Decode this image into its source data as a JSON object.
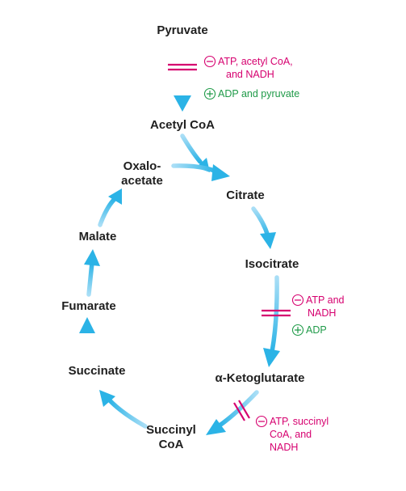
{
  "colors": {
    "arrow": "#2bb3e6",
    "arrow_light": "#a9def6",
    "inhibitor": "#d6006f",
    "activator": "#1f9a48",
    "text": "#1f1f1f"
  },
  "nodes": {
    "pyruvate": "Pyruvate",
    "acetyl_coa": "Acetyl CoA",
    "oxaloacetate_line1": "Oxalo-",
    "oxaloacetate_line2": "acetate",
    "citrate": "Citrate",
    "isocitrate": "Isocitrate",
    "alpha_ketoglutarate": "α-Ketoglutarate",
    "succinyl_coa_line1": "Succinyl",
    "succinyl_coa_line2": "CoA",
    "succinate": "Succinate",
    "fumarate": "Fumarate",
    "malate": "Malate"
  },
  "regulation": {
    "pyruvate_dehydrogenase": {
      "inhibitors_line1": "ATP, acetyl CoA,",
      "inhibitors_line2": "and NADH",
      "activators": "ADP and pyruvate"
    },
    "isocitrate_dehydrogenase": {
      "inhibitors_line1": "ATP and",
      "inhibitors_line2": "NADH",
      "activators": "ADP"
    },
    "alpha_ketoglutarate_dehydrogenase": {
      "inhibitors_line1": "ATP, succinyl",
      "inhibitors_line2": "CoA, and",
      "inhibitors_line3": "NADH"
    }
  },
  "symbols": {
    "inhibition": "minus-circle-icon",
    "activation": "plus-circle-icon",
    "inhibition_site": "double-bar-icon"
  }
}
